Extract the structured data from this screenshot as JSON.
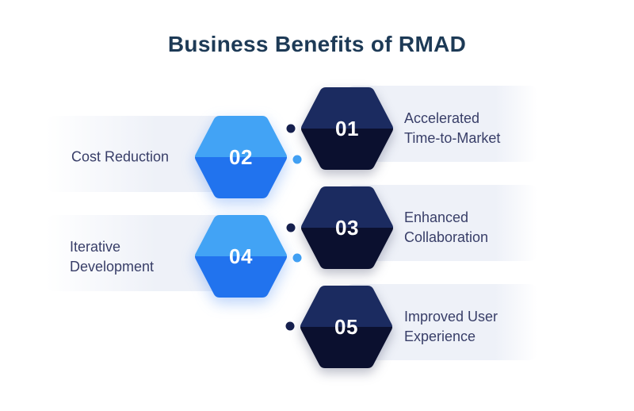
{
  "title": "Business Benefits of RMAD",
  "items": [
    {
      "number": "01",
      "label": "Accelerated Time-to-Market",
      "lines": [
        "Accelerated",
        "Time-to-Market"
      ],
      "side": "right",
      "style": "dark-navy"
    },
    {
      "number": "02",
      "label": "Cost Reduction",
      "lines": [
        "Cost Reduction"
      ],
      "side": "left",
      "style": "blue"
    },
    {
      "number": "03",
      "label": "Enhanced Collaboration",
      "lines": [
        "Enhanced",
        "Collaboration"
      ],
      "side": "right",
      "style": "dark-navy"
    },
    {
      "number": "04",
      "label": "Iterative Development",
      "lines": [
        "Iterative",
        "Development"
      ],
      "side": "left",
      "style": "blue"
    },
    {
      "number": "05",
      "label": "Improved User Experience",
      "lines": [
        "Improved User",
        "Experience"
      ],
      "side": "right",
      "style": "dark-navy"
    }
  ],
  "colors": {
    "background": "#ffffff",
    "title": "#1d3a56",
    "label-text": "#383e68",
    "band": "#eef1f8",
    "hex-dark-top": "#1b2b60",
    "hex-dark-bottom": "#0b102f",
    "hex-blue-top": "#42a3f5",
    "hex-blue-bottom": "#2173ee",
    "dot-dark": "#16204e",
    "dot-blue": "#41a0f3",
    "number-text": "#ffffff"
  }
}
